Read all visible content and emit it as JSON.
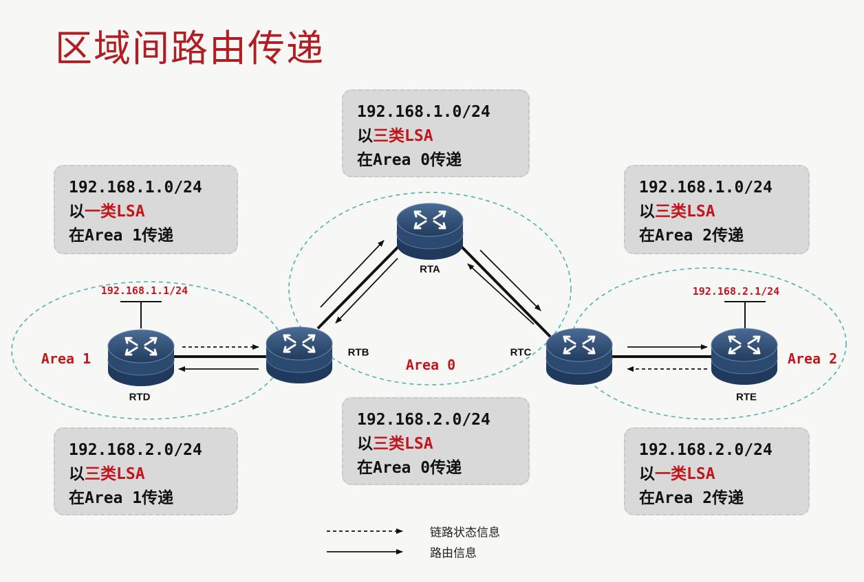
{
  "title": "区域间路由传递",
  "boxes": {
    "top_center": {
      "net": "192.168.1.0/24",
      "pre": "以",
      "type": "三类LSA",
      "area": "在Area 0传递"
    },
    "left_top": {
      "net": "192.168.1.0/24",
      "pre": "以",
      "type": "一类LSA",
      "area": "在Area 1传递"
    },
    "right_top": {
      "net": "192.168.1.0/24",
      "pre": "以",
      "type": "三类LSA",
      "area": "在Area 2传递"
    },
    "left_bottom": {
      "net": "192.168.2.0/24",
      "pre": "以",
      "type": "三类LSA",
      "area": "在Area 1传递"
    },
    "center_bottom": {
      "net": "192.168.2.0/24",
      "pre": "以",
      "type": "三类LSA",
      "area": "在Area 0传递"
    },
    "right_bottom": {
      "net": "192.168.2.0/24",
      "pre": "以",
      "type": "一类LSA",
      "area": "在Area 2传递"
    }
  },
  "routers": {
    "rta": "RTA",
    "rtb": "RTB",
    "rtc": "RTC",
    "rtd": "RTD",
    "rte": "RTE"
  },
  "areas": {
    "a0": "Area 0",
    "a1": "Area 1",
    "a2": "Area 2"
  },
  "ips": {
    "rtd": "192.168.1.1/24",
    "rte": "192.168.2.1/24"
  },
  "legend": {
    "dashed": "链路状态信息",
    "solid": "路由信息"
  },
  "colors": {
    "title": "#b01e23",
    "accent": "#c0161c",
    "area_border": "#4fb3a9",
    "router": "#2f4f74"
  }
}
